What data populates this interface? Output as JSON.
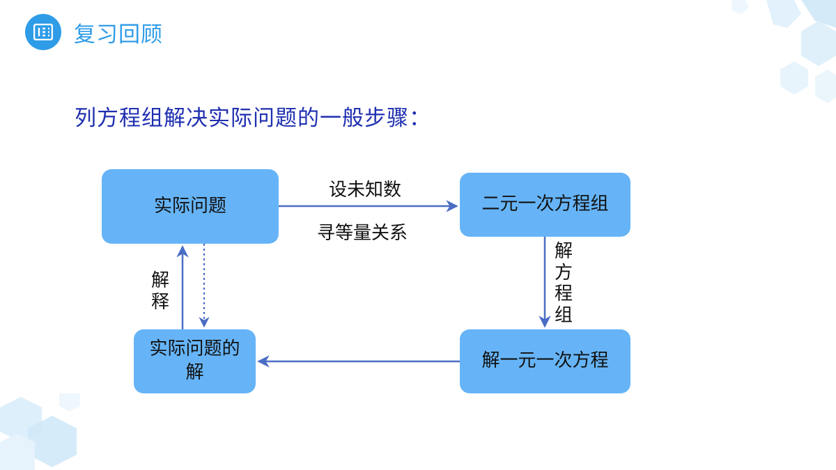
{
  "header": {
    "title": "复习回顾",
    "icon": "list-icon"
  },
  "subtitle": "列方程组解决实际问题的一般步骤：",
  "diagram": {
    "nodes": {
      "real_problem": "实际问题",
      "linear_system": "二元一次方程组",
      "linear_equation": "解一元一次方程",
      "real_solution": "实际问题的解"
    },
    "edges": {
      "set_unknowns": "设未知数",
      "find_relation": "寻等量关系",
      "solve_system": "解方程组",
      "interpret": "解释"
    }
  },
  "colors": {
    "title_accent": "#2f9ce8",
    "subtitle": "#1f2fb0",
    "box_fill": "#66b4f7",
    "arrow": "#4a6cc4"
  }
}
